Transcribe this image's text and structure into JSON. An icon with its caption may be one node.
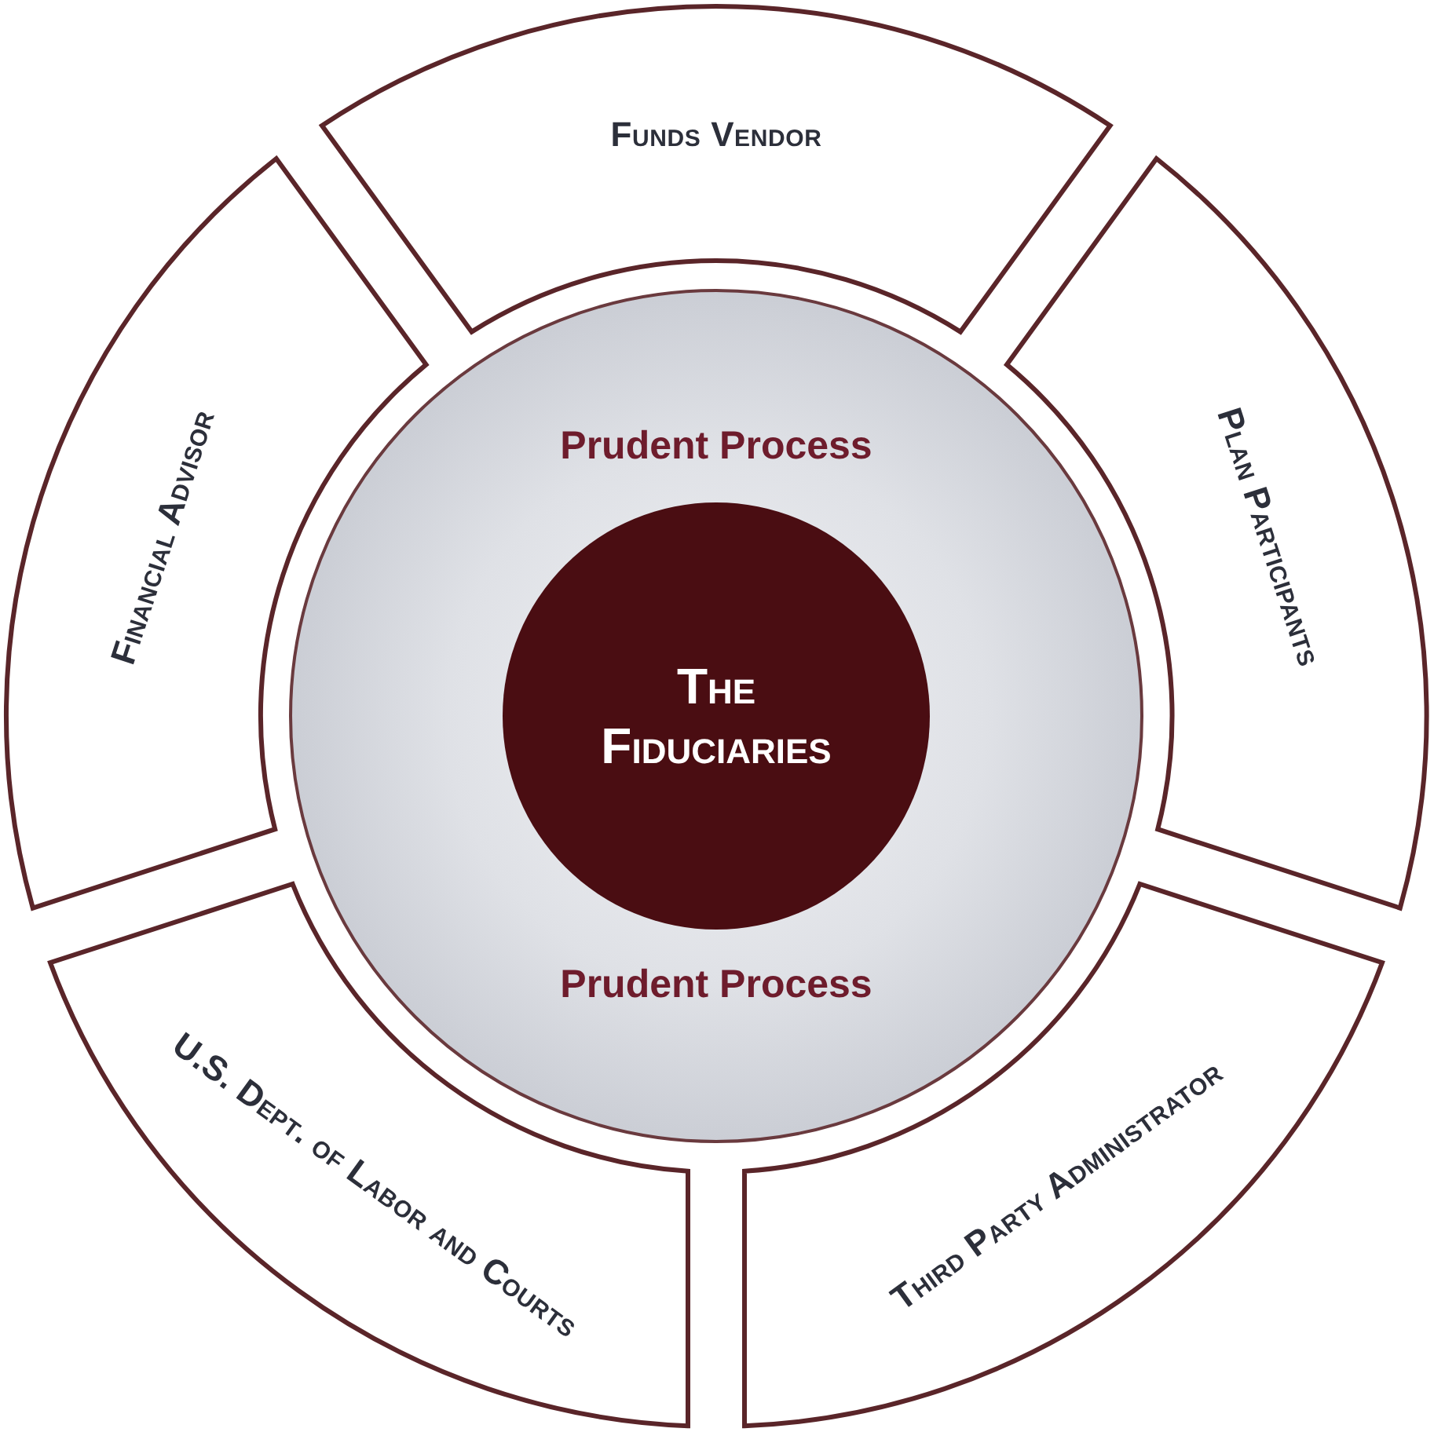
{
  "diagram": {
    "nodes": [
      {
        "text": [
          "Funds Vendor"
        ]
      },
      {
        "text": [
          "Plan Participants"
        ]
      },
      {
        "text": [
          "Third Party Administrator"
        ]
      },
      {
        "text": [
          "U.S. Dept. of Labor and Courts"
        ]
      },
      {
        "text": [
          "Financial Advisor"
        ]
      },
      {
        "text": [
          "Prudent Process",
          "Prudent Process"
        ]
      },
      {
        "text": [
          "The Fiduciaries"
        ],
        "in": 5
      }
    ]
  }
}
